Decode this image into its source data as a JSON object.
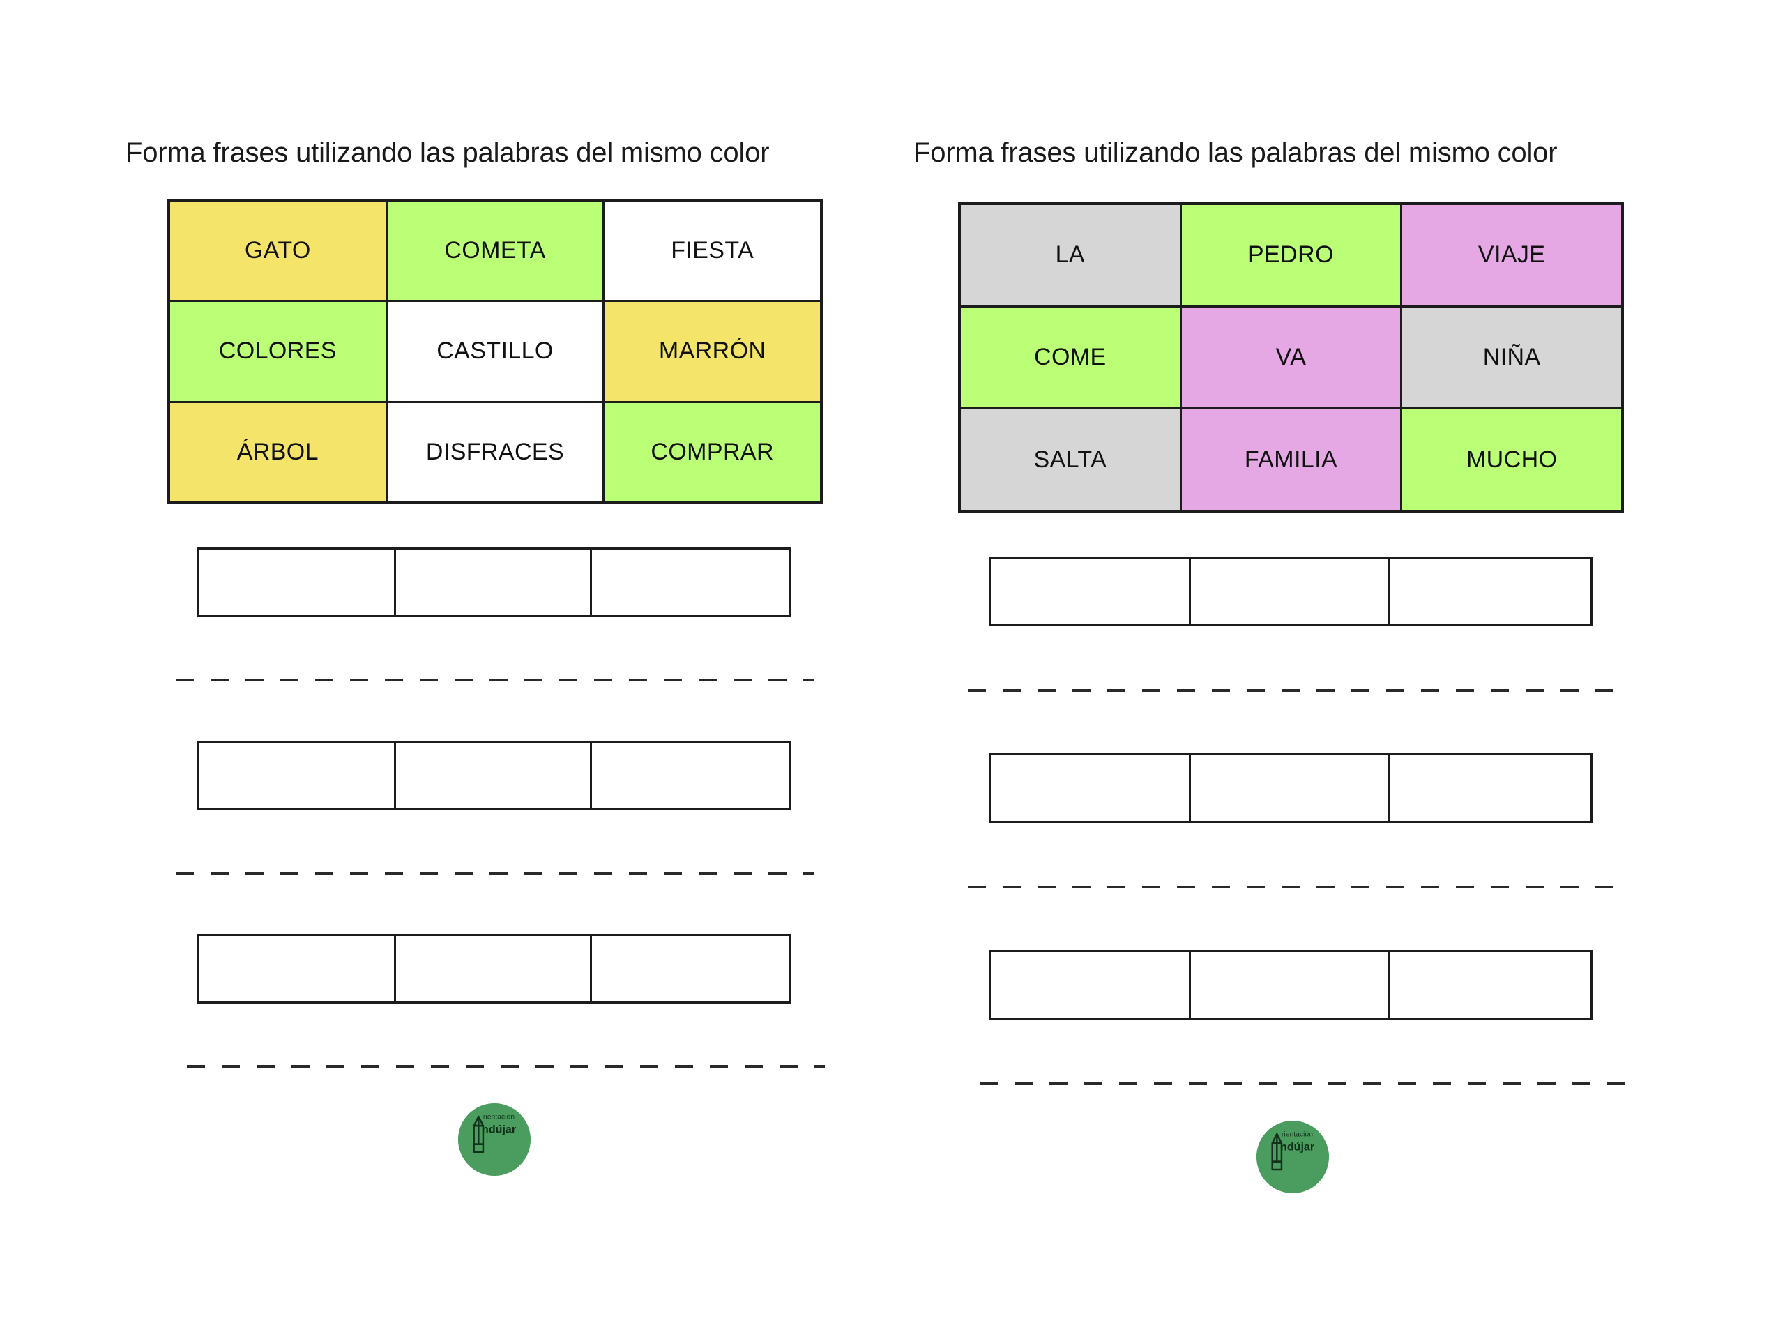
{
  "colors": {
    "yellow": "#F5E46A",
    "green": "#BBFF77",
    "white": "#FFFFFF",
    "pink": "#E5A8E5",
    "grey": "#D6D6D6",
    "border": "#1C1C1C",
    "logo_green": "#4A9D5F"
  },
  "panels": [
    {
      "title": "Forma frases utilizando las palabras del mismo color",
      "grid": [
        [
          {
            "word": "GATO",
            "color": "yellow"
          },
          {
            "word": "COMETA",
            "color": "green"
          },
          {
            "word": "FIESTA",
            "color": "white"
          }
        ],
        [
          {
            "word": "COLORES",
            "color": "green"
          },
          {
            "word": "CASTILLO",
            "color": "white"
          },
          {
            "word": "MARRÓN",
            "color": "yellow"
          }
        ],
        [
          {
            "word": "ÁRBOL",
            "color": "yellow"
          },
          {
            "word": "DISFRACES",
            "color": "white"
          },
          {
            "word": "COMPRAR",
            "color": "green"
          }
        ]
      ],
      "answer_strips": [
        {
          "cells": [
            "",
            "",
            ""
          ]
        },
        {
          "cells": [
            "",
            "",
            ""
          ]
        },
        {
          "cells": [
            "",
            "",
            ""
          ]
        }
      ],
      "logo": {
        "line1": "rientación",
        "line2": "ndújar",
        "icon": "pencil-icon"
      }
    },
    {
      "title": "Forma frases utilizando las palabras del mismo color",
      "grid": [
        [
          {
            "word": "LA",
            "color": "grey"
          },
          {
            "word": "PEDRO",
            "color": "green"
          },
          {
            "word": "VIAJE",
            "color": "pink"
          }
        ],
        [
          {
            "word": "COME",
            "color": "green"
          },
          {
            "word": "VA",
            "color": "pink"
          },
          {
            "word": "NIÑA",
            "color": "grey"
          }
        ],
        [
          {
            "word": "SALTA",
            "color": "grey"
          },
          {
            "word": "FAMILIA",
            "color": "pink"
          },
          {
            "word": "MUCHO",
            "color": "green"
          }
        ]
      ],
      "answer_strips": [
        {
          "cells": [
            "",
            "",
            ""
          ]
        },
        {
          "cells": [
            "",
            "",
            ""
          ]
        },
        {
          "cells": [
            "",
            "",
            ""
          ]
        }
      ],
      "logo": {
        "line1": "rientación",
        "line2": "ndújar",
        "icon": "pencil-icon"
      }
    }
  ]
}
